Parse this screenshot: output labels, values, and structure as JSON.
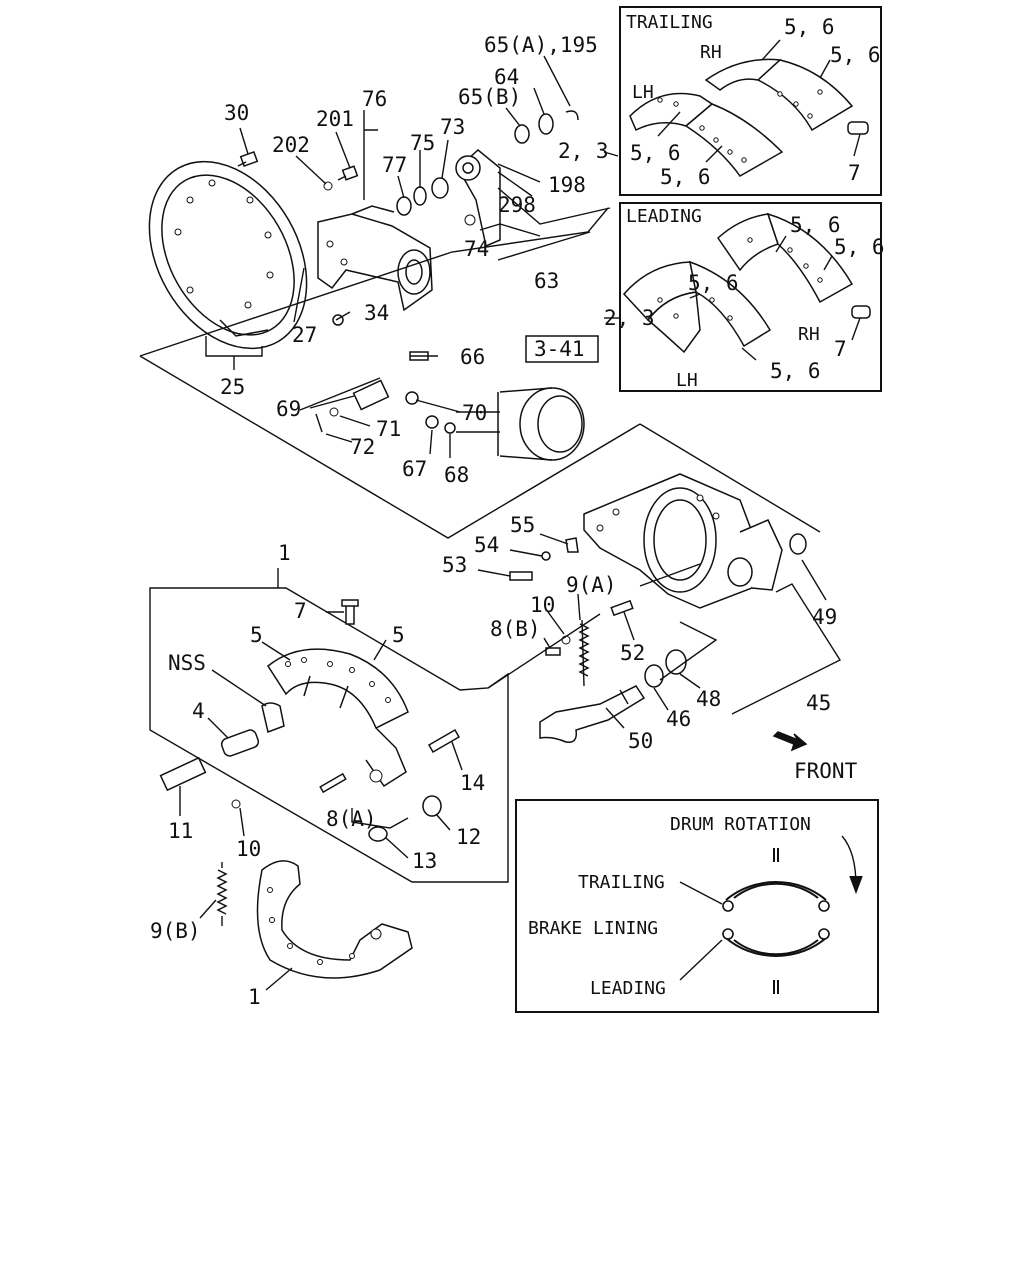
{
  "callouts": {
    "c30": "30",
    "c201": "201",
    "c202": "202",
    "c76": "76",
    "c77": "77",
    "c75": "75",
    "c73": "73",
    "c65b": "65(B)",
    "c64": "64",
    "c65a": "65(A),195",
    "c23a": "2, 3",
    "c198": "198",
    "c298": "298",
    "c74": "74",
    "c63": "63",
    "c34": "34",
    "c27": "27",
    "c25": "25",
    "c341": "3-41",
    "c66": "66",
    "c70": "70",
    "c69": "69",
    "c71": "71",
    "c72": "72",
    "c67": "67",
    "c68": "68",
    "c23b": "2, 3",
    "c55": "55",
    "c54": "54",
    "c53": "53",
    "c9a": "9(A)",
    "c10a": "10",
    "c8b": "8(B)",
    "c49": "49",
    "c52": "52",
    "c48": "48",
    "c46": "46",
    "c45": "45",
    "c50": "50",
    "c1a": "1",
    "c7": "7",
    "c5a": "5",
    "c5b": "5",
    "nss": "NSS",
    "c4": "4",
    "c14": "14",
    "c11": "11",
    "c8a": "8(A)",
    "c12": "12",
    "c10b": "10",
    "c13": "13",
    "c9b": "9(B)",
    "c1b": "1",
    "front": "FRONT"
  },
  "trailing_box": {
    "title": "TRAILING",
    "rh": "RH",
    "lh": "LH",
    "l56a": "5, 6",
    "l56b": "5, 6",
    "l56c": "5, 6",
    "l56d": "5, 6",
    "l7": "7"
  },
  "leading_box": {
    "title": "LEADING",
    "rh": "RH",
    "lh": "LH",
    "l56a": "5, 6",
    "l56b": "5, 6",
    "l56c": "5, 6",
    "l56d": "5, 6",
    "l7": "7"
  },
  "rotation_box": {
    "title": "DRUM ROTATION",
    "trailing": "TRAILING",
    "brake_lining": "BRAKE LINING",
    "leading": "LEADING"
  }
}
